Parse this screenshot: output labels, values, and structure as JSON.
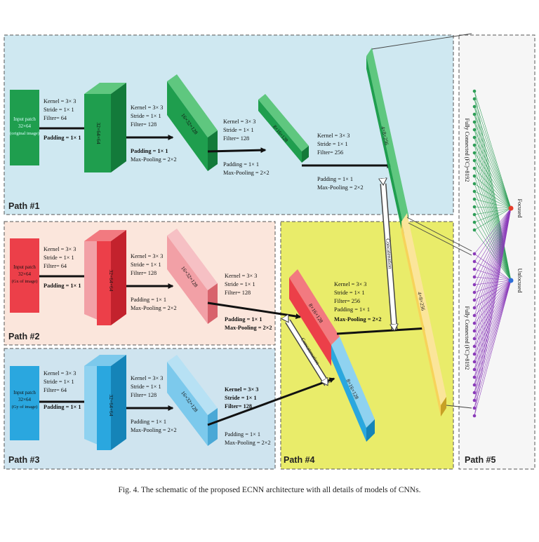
{
  "caption": "Fig. 4.  The schematic of the proposed ECNN architecture with all details of models of CNNs.",
  "paths": {
    "p1": "Path #1",
    "p2": "Path #2",
    "p3": "Path #3",
    "p4": "Path #4",
    "p5": "Path #5"
  },
  "inputs": {
    "p1": [
      "Input patch",
      "32×64",
      "(original image)"
    ],
    "p2": [
      "Input patch",
      "32×64",
      "(Gx of image)"
    ],
    "p3": [
      "Input patch",
      "32×64",
      "(Gy of image)"
    ]
  },
  "blocks": {
    "b1": "32×64×64",
    "b2": "16×32×128",
    "b3": "8×16×128",
    "b4": "4×8×256",
    "b5": "4×8×256",
    "b6": "8×16×128",
    "b7": "8×16×128"
  },
  "params": {
    "k33": "Kernel = 3× 3",
    "s11": "Stride = 1× 1",
    "f64": "Filter= 64",
    "f128": "Filter= 128",
    "f256": "Filter= 256",
    "f256b": "Filter= 256",
    "pad": "Padding = 1× 1",
    "mp": "Max-Pooling = 2×2"
  },
  "concat": "Concatenation",
  "fc": "Fully Connected (FC)=8192",
  "outputs": {
    "focused": "Focused",
    "unfocused": "Unfocused"
  },
  "colors": {
    "path1_bg": "#cfe8f1",
    "path23_bg": "#fbe6dc",
    "path3_bg": "#cfe4ef",
    "path4_bg": "#e9ec6a",
    "green": "#1f9e4e",
    "red": "#ec3f49",
    "pink": "#f2a0a6",
    "blue": "#2aa7df",
    "yellow": "#f7d35a",
    "fc_green": "#2e9e57",
    "fc_purple": "#8a3ab9"
  }
}
